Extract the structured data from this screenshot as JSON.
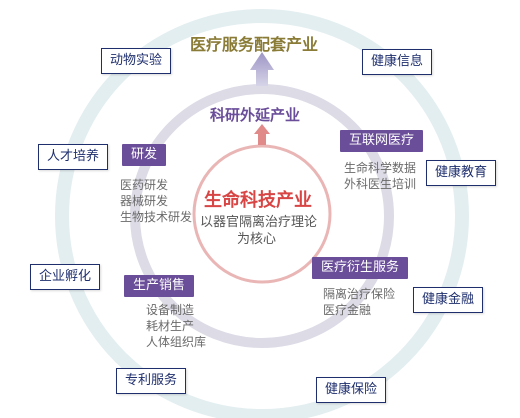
{
  "outer_ring": {
    "title": "医疗服务配套产业",
    "items": [
      "动物实验",
      "健康信息",
      "人才培养",
      "健康教育",
      "企业孵化",
      "健康金融",
      "专利服务",
      "健康保险"
    ]
  },
  "middle_ring": {
    "title": "科研外延产业",
    "items": [
      {
        "label": "研发",
        "details": [
          "医药研发",
          "器械研发",
          "生物技术研发"
        ]
      },
      {
        "label": "互联网医疗",
        "details": [
          "生命科学数据",
          "外科医生培训"
        ]
      },
      {
        "label": "生产销售",
        "details": [
          "设备制造",
          "耗材生产",
          "人体组织库"
        ]
      },
      {
        "label": "医疗衍生服务",
        "details": [
          "隔离治疗保险",
          "医疗金融"
        ]
      }
    ]
  },
  "core": {
    "title": "生命科技产业",
    "subtitle_lines": [
      "以器官隔离治疗理论",
      "为核心"
    ]
  },
  "colors": {
    "outer_ring": "#e3eef0",
    "middle_ring": "#dcdbe6",
    "core_ring": "#e9b5b5",
    "outer_title": "#8a7c36",
    "middle_title": "#6b4e9a",
    "core_title": "#d84545",
    "box_border": "#1f2f6e",
    "purple_box": "#6b4e9a"
  }
}
